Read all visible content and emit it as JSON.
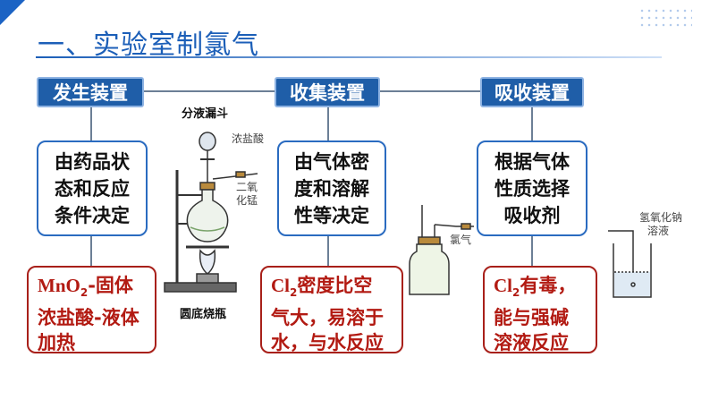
{
  "title": "一、实验室制氯气",
  "headers": [
    "发生装置",
    "收集装置",
    "吸收装置"
  ],
  "middle": [
    [
      "由药品状",
      "态和反应",
      "条件决定"
    ],
    [
      "由气体密",
      "度和溶解",
      "性等决定"
    ],
    [
      "根据气体",
      "性质选择",
      "吸收剂"
    ]
  ],
  "red1": {
    "l1a": "MnO",
    "l1sub": "2",
    "l1b": "-固体",
    "l2": "浓盐酸-液体",
    "l3": "加热"
  },
  "red2": {
    "l1a": "Cl",
    "l1sub": "2",
    "l1b": "密度比空",
    "l2": "气大，易溶于",
    "l3": "水，与水反应"
  },
  "red3": {
    "l1a": "Cl",
    "l1sub": "2",
    "l1b": "有毒，",
    "l2": "能与强碱",
    "l3": "溶液反应"
  },
  "apparatus_labels": {
    "funnel": "分液漏斗",
    "hcl": "浓盐酸",
    "mno2_a": "二氧",
    "mno2_b": "化锰",
    "flask": "圆底烧瓶",
    "chlorine": "氯气",
    "naoh_a": "氢氧化钠",
    "naoh_b": "溶液"
  }
}
